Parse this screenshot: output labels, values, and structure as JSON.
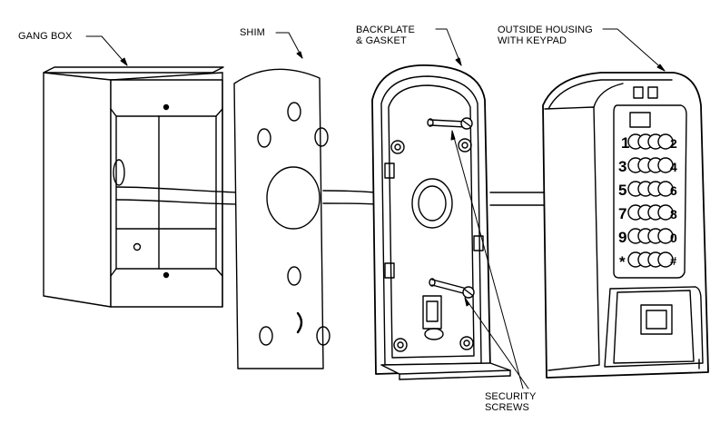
{
  "labels": {
    "gang_box": "GANG BOX",
    "shim": "SHIM",
    "backplate_line1": "BACKPLATE",
    "backplate_line2": "& GASKET",
    "housing_line1": "OUTSIDE HOUSING",
    "housing_line2": "WITH KEYPAD",
    "screws_line1": "SECURITY",
    "screws_line2": "SCREWS"
  },
  "keypad": {
    "left_digits": [
      "1",
      "3",
      "5",
      "7",
      "9",
      "*"
    ],
    "right_digits": [
      "2",
      "4",
      "6",
      "8",
      "0",
      "#"
    ]
  }
}
